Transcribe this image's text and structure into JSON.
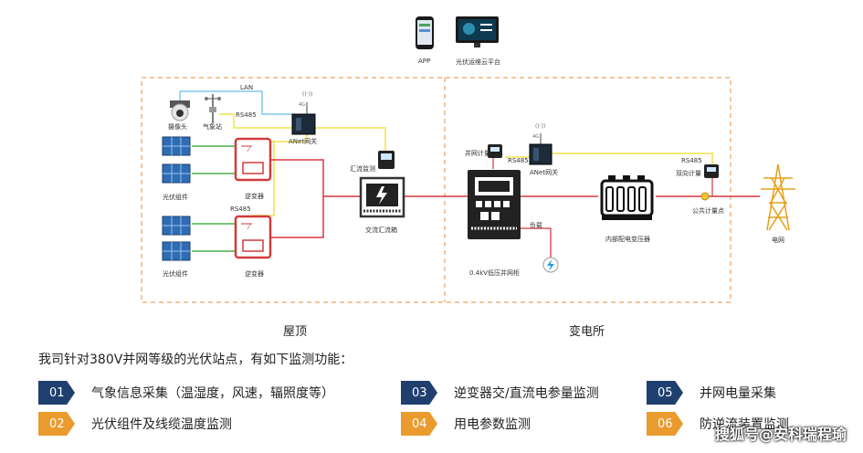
{
  "top_icons": {
    "app_label": "APP",
    "cloud_label": "光伏运维云平台"
  },
  "rooftop": {
    "lan_label": "LAN",
    "camera_label": "摄像头",
    "weather_label": "气象站",
    "rs485_top": "RS485",
    "gateway_label": "ANet网关",
    "pv1_label": "光伏组件",
    "pv2_label": "光伏组件",
    "inverter1_label": "逆变器",
    "inverter2_label": "逆变器",
    "rs485_mid": "RS485",
    "combiner_meter_label": "汇流监测",
    "ac_box_label": "交流汇流箱",
    "section_label": "屋顶"
  },
  "substation": {
    "grid_meter_label": "并网计量",
    "gateway_label": "ANet网关",
    "rs485_left": "RS485",
    "rs485_right": "RS485",
    "bidirectional_label": "双向计量",
    "public_point_label": "公共计量点",
    "load_label": "负载",
    "cabinet_label": "0.4kV低压并网柜",
    "transformer_label": "内部配电变压器",
    "grid_label": "电网",
    "section_label": "变电所"
  },
  "intro_text": "我司针对380V并网等级的光伏站点，有如下监测功能：",
  "features": [
    {
      "num": "01",
      "text": "气象信息采集（温湿度，风速，辐照度等）",
      "color": "#1f3f6e"
    },
    {
      "num": "02",
      "text": "光伏组件及线缆温度监测",
      "color": "#eb9a2d"
    },
    {
      "num": "03",
      "text": "逆变器交/直流电参量监测",
      "color": "#1f3f6e"
    },
    {
      "num": "04",
      "text": "用电参数监测",
      "color": "#eb9a2d"
    },
    {
      "num": "05",
      "text": "并网电量采集",
      "color": "#1f3f6e"
    },
    {
      "num": "06",
      "text": "防逆流装置监测",
      "color": "#eb9a2d"
    }
  ],
  "watermark": "搜狐号@安科瑞程瑜",
  "colors": {
    "power_line": "#d9363e",
    "rs485_line": "#f2e24a",
    "lan_line": "#7ec8ee",
    "dc_line": "#46b34a",
    "dashed_border": "#e9a264",
    "inverter_red": "#d23a3a"
  }
}
